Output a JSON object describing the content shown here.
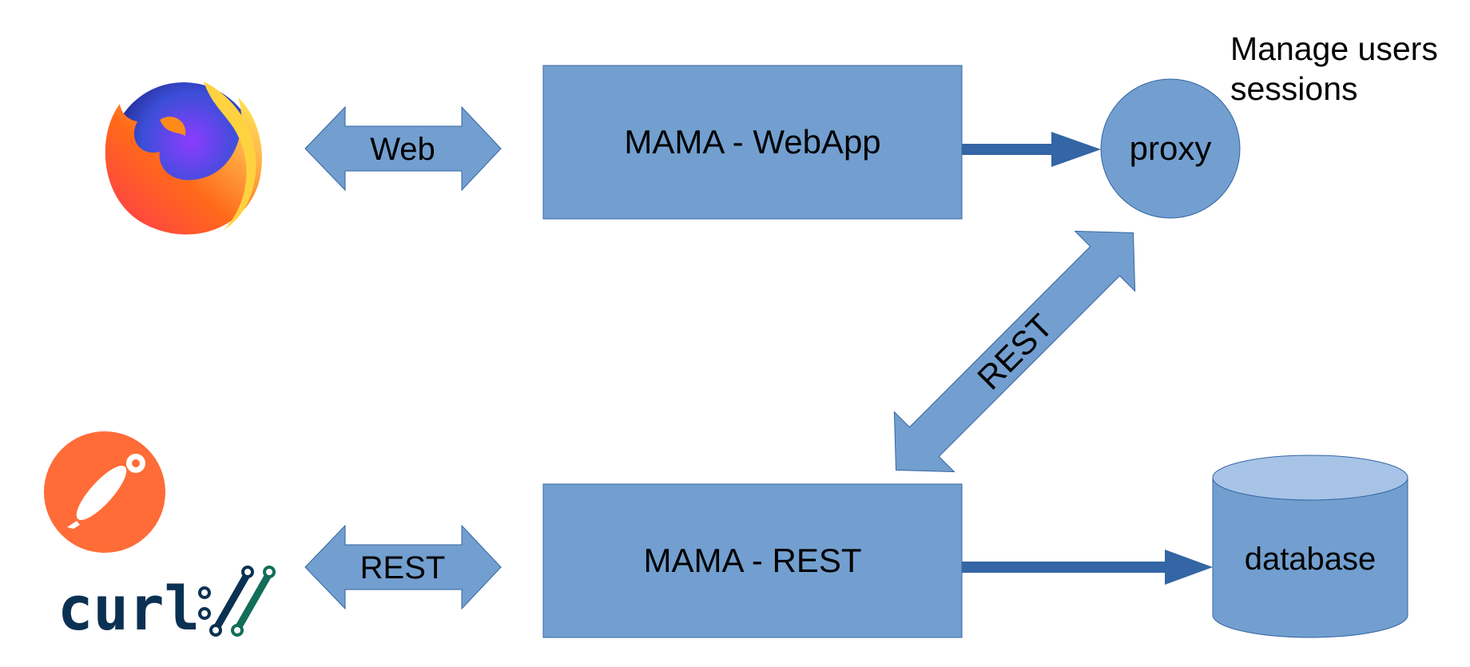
{
  "diagram": {
    "nodes": {
      "webapp": {
        "label": "MAMA - WebApp"
      },
      "rest_service": {
        "label": "MAMA - REST"
      },
      "proxy": {
        "label": "proxy"
      },
      "database": {
        "label": "database"
      }
    },
    "edges": {
      "web": {
        "label": "Web"
      },
      "rest_client": {
        "label": "REST"
      },
      "rest_proxy": {
        "label": "REST"
      }
    },
    "note": {
      "lines": [
        "Manage users",
        "sessions"
      ]
    },
    "logos": {
      "firefox": {
        "name": "firefox-logo"
      },
      "postman": {
        "name": "postman-logo"
      },
      "curl": {
        "name": "curl-logo",
        "wordmark": "curl://"
      }
    },
    "colors": {
      "box_fill": "#729fcf",
      "box_stroke": "#3465a4",
      "arrow_dark": "#3465a4",
      "db_top": "#a7c3e5",
      "postman": "#ff6c37",
      "curl_dark": "#0b3152",
      "curl_green": "#126e58"
    }
  }
}
